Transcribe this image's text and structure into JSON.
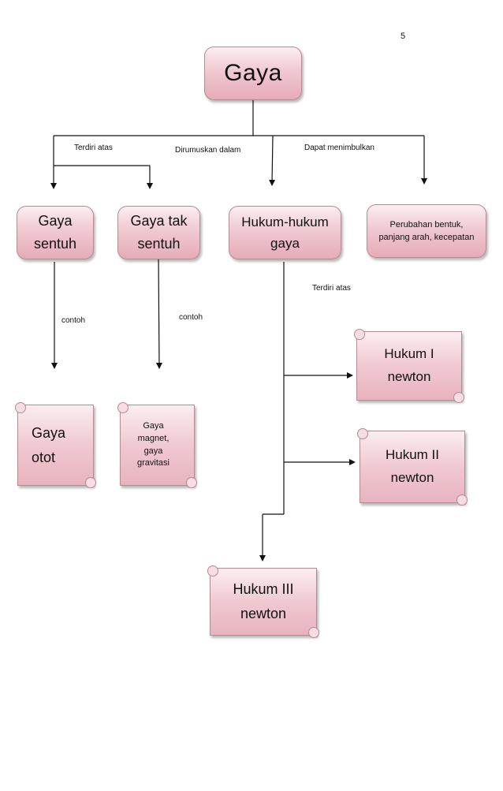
{
  "page_number": "5",
  "nodes": {
    "gaya": "Gaya",
    "gaya_sentuh": [
      "Gaya",
      "sentuh"
    ],
    "gaya_tak_sentuh": [
      "Gaya tak",
      "sentuh"
    ],
    "hukum_gaya": [
      "Hukum-hukum",
      "gaya"
    ],
    "perubahan": [
      "Perubahan bentuk,",
      "panjang arah, kecepatan"
    ],
    "gaya_otot": [
      "Gaya",
      "otot"
    ],
    "gaya_magnet": [
      "Gaya",
      "magnet,",
      "gaya",
      "gravitasi"
    ],
    "hukum_1": [
      "Hukum I",
      "newton"
    ],
    "hukum_2": [
      "Hukum II",
      "newton"
    ],
    "hukum_3": [
      "Hukum III",
      "newton"
    ]
  },
  "labels": {
    "terdiri_atas_1": "Terdiri atas",
    "dirumuskan_dalam": "Dirumuskan dalam",
    "dapat_menimbulkan": "Dapat menimbulkan",
    "contoh_1": "contoh",
    "contoh_2": "contoh",
    "terdiri_atas_2": "Terdiri atas"
  },
  "colors": {
    "node_fill": "#f0c9d1",
    "node_border": "#b48a94",
    "line": "#111111"
  }
}
